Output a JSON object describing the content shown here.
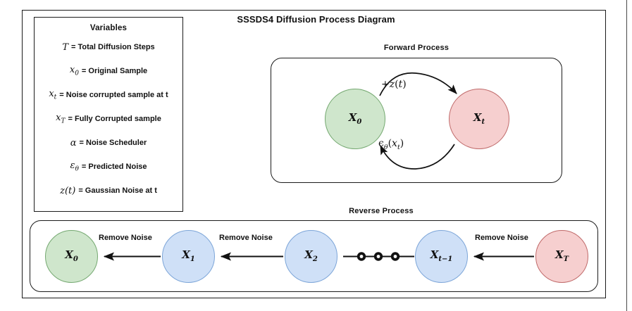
{
  "title": "SSSDS4 Diffusion Process Diagram",
  "variables_panel": {
    "heading": "Variables",
    "items": [
      {
        "symbol": "T",
        "sub": "",
        "definition": "= Total Diffusion Steps"
      },
      {
        "symbol": "x",
        "sub": "0",
        "definition": "= Original Sample"
      },
      {
        "symbol": "x",
        "sub": "t",
        "definition": "= Noise corrupted sample at t"
      },
      {
        "symbol": "x",
        "sub": "T",
        "definition": "= Fully Corrupted sample"
      },
      {
        "symbol": "α",
        "sub": "",
        "definition": "= Noise Scheduler"
      },
      {
        "symbol": "ε",
        "sub": "θ",
        "definition": "= Predicted Noise"
      },
      {
        "symbol": "z(t)",
        "sub": "",
        "definition": "= Gaussian Noise at t"
      }
    ]
  },
  "forward_process": {
    "title": "Forward Process",
    "nodes": [
      {
        "id": "x0",
        "label": "X",
        "sub": "0",
        "color": "green"
      },
      {
        "id": "xt",
        "label": "X",
        "sub": "t",
        "color": "red"
      }
    ],
    "edges": [
      {
        "from": "x0",
        "to": "xt",
        "label": "+z(t)",
        "direction": "right"
      },
      {
        "from": "xt",
        "to": "x0",
        "label": "ϵθ(xₜ)",
        "direction": "left"
      }
    ]
  },
  "reverse_process": {
    "title": "Reverse Process",
    "nodes": [
      {
        "id": "x0",
        "label": "X",
        "sub": "0",
        "color": "green"
      },
      {
        "id": "x1",
        "label": "X",
        "sub": "1",
        "color": "blue"
      },
      {
        "id": "x2",
        "label": "X",
        "sub": "2",
        "color": "blue"
      },
      {
        "id": "xtm1",
        "label": "X",
        "sub": "t−1",
        "color": "blue"
      },
      {
        "id": "xT",
        "label": "X",
        "sub": "T",
        "color": "red"
      }
    ],
    "edges": [
      {
        "from": "x1",
        "to": "x0",
        "label": "Remove Noise"
      },
      {
        "from": "x2",
        "to": "x1",
        "label": "Remove Noise"
      },
      {
        "from": "xtm1",
        "to": "x2",
        "label": ""
      },
      {
        "from": "xT",
        "to": "xtm1",
        "label": "Remove Noise"
      }
    ],
    "ellipsis_dots": 3
  },
  "colors": {
    "green_fill": "#cfe6cc",
    "green_stroke": "#74a870",
    "red_fill": "#f6cfcf",
    "red_stroke": "#c06a6a",
    "blue_fill": "#cfe0f7",
    "blue_stroke": "#7ca5d8",
    "line": "#1b1b1b",
    "background": "#ffffff"
  }
}
